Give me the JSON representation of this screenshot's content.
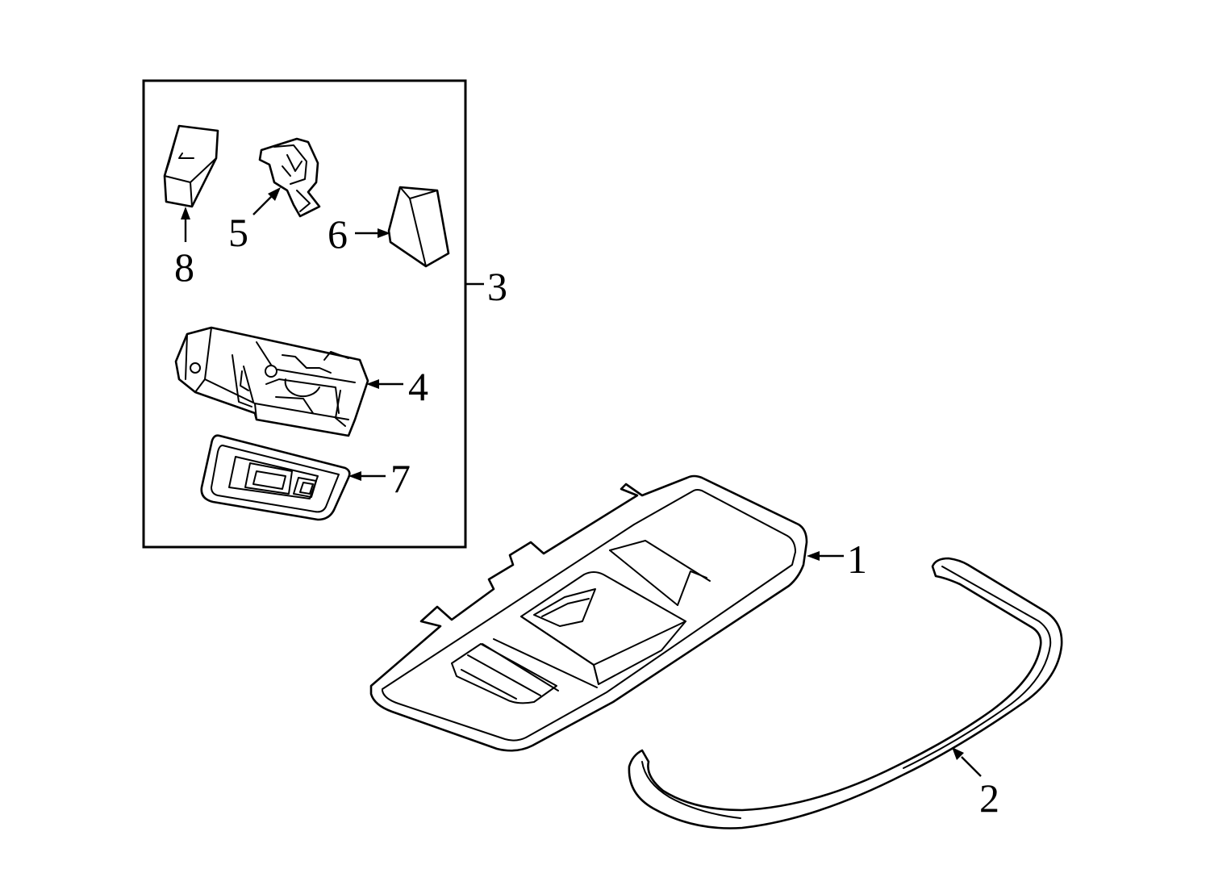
{
  "callouts": {
    "part_1": "1",
    "part_2": "2",
    "part_3": "3",
    "part_4": "4",
    "part_5": "5",
    "part_6": "6",
    "part_7": "7",
    "part_8": "8"
  },
  "colors": {
    "line": "#000000",
    "background": "#ffffff"
  }
}
